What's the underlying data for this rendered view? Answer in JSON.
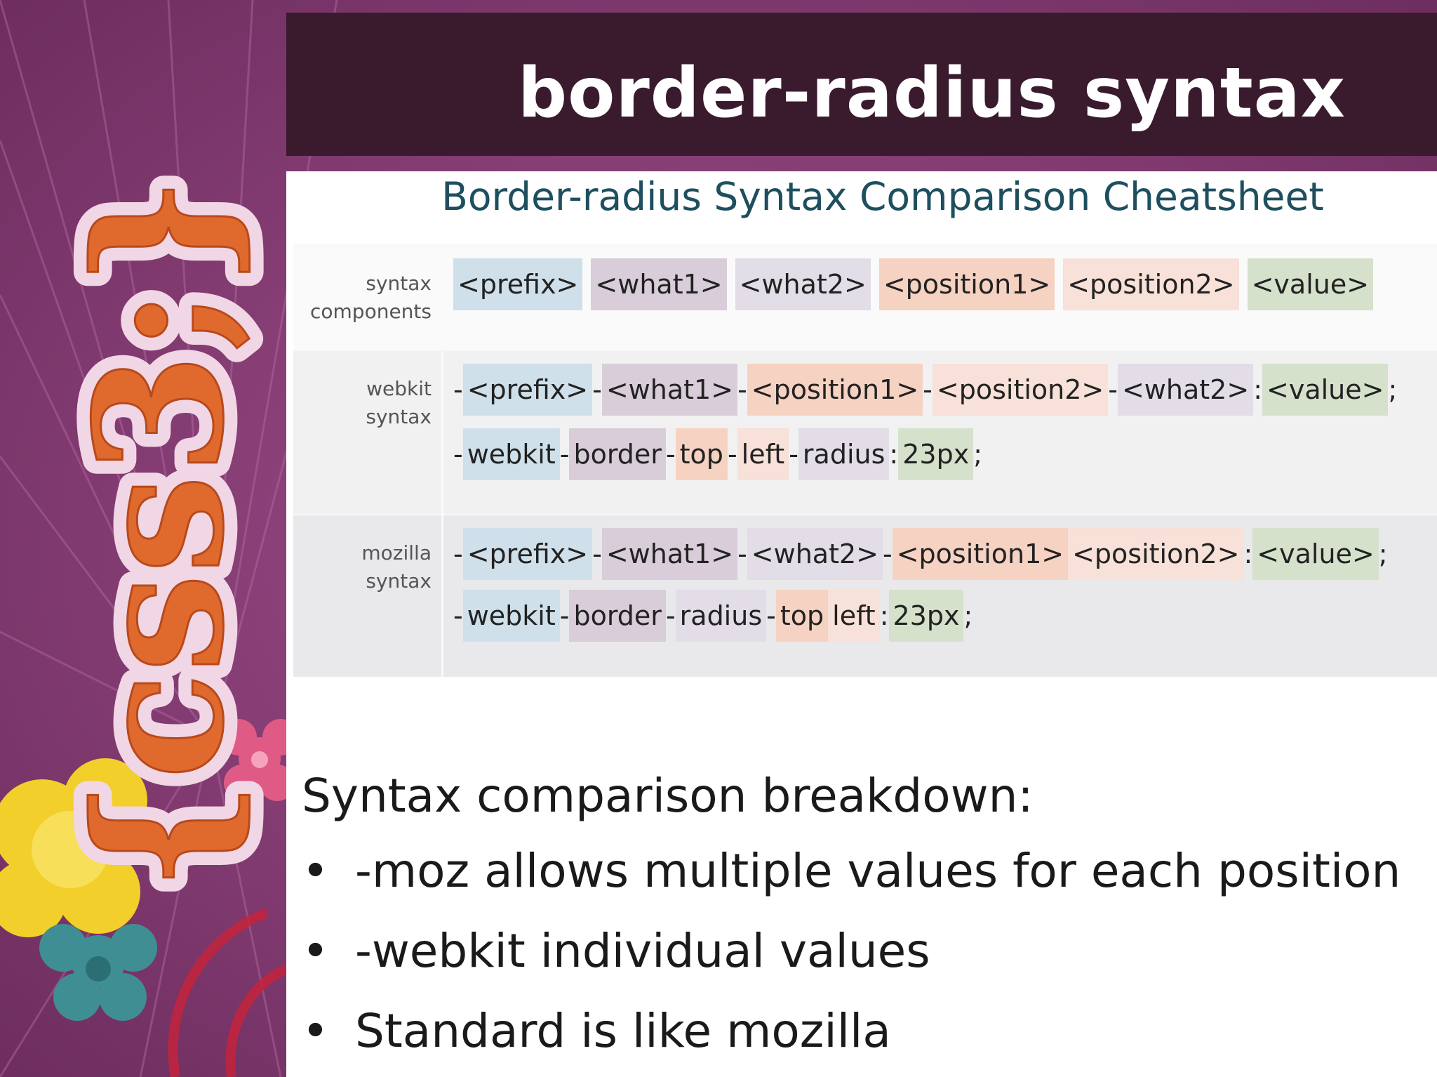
{
  "slide": {
    "title": "border-radius syntax",
    "logo_text": "{css3;}"
  },
  "cheatsheet": {
    "title": "Border-radius Syntax Comparison Cheatsheet",
    "rows": [
      {
        "label_line1": "syntax",
        "label_line2": "components",
        "lines": [
          [
            {
              "text": "<prefix>",
              "role": "prefix"
            },
            {
              "text": "<what1>",
              "role": "what1"
            },
            {
              "text": "<what2>",
              "role": "what2"
            },
            {
              "text": "<position1>",
              "role": "pos1"
            },
            {
              "text": "<position2>",
              "role": "pos2"
            },
            {
              "text": "<value>",
              "role": "value"
            }
          ]
        ]
      },
      {
        "label_line1": "webkit",
        "label_line2": "syntax",
        "lines": [
          [
            {
              "text": "-",
              "role": "sep"
            },
            {
              "text": "<prefix>",
              "role": "prefix"
            },
            {
              "text": "-",
              "role": "sep"
            },
            {
              "text": "<what1>",
              "role": "what1"
            },
            {
              "text": "-",
              "role": "sep"
            },
            {
              "text": "<position1>",
              "role": "pos1"
            },
            {
              "text": "-",
              "role": "sep"
            },
            {
              "text": "<position2>",
              "role": "pos2"
            },
            {
              "text": "-",
              "role": "sep"
            },
            {
              "text": "<what2>",
              "role": "what2"
            },
            {
              "text": ": ",
              "role": "sep"
            },
            {
              "text": "<value>",
              "role": "value"
            },
            {
              "text": ";",
              "role": "sep"
            }
          ],
          [
            {
              "text": "-",
              "role": "sep"
            },
            {
              "text": "webkit",
              "role": "prefix"
            },
            {
              "text": "-",
              "role": "sep"
            },
            {
              "text": "border",
              "role": "what1"
            },
            {
              "text": "-",
              "role": "sep"
            },
            {
              "text": "top",
              "role": "pos1"
            },
            {
              "text": "-",
              "role": "sep"
            },
            {
              "text": "left",
              "role": "pos2"
            },
            {
              "text": "-",
              "role": "sep"
            },
            {
              "text": "radius",
              "role": "what2"
            },
            {
              "text": ": ",
              "role": "sep"
            },
            {
              "text": "23px",
              "role": "value"
            },
            {
              "text": ";",
              "role": "sep"
            }
          ]
        ]
      },
      {
        "label_line1": "mozilla",
        "label_line2": "syntax",
        "lines": [
          [
            {
              "text": "-",
              "role": "sep"
            },
            {
              "text": "<prefix>",
              "role": "prefix"
            },
            {
              "text": "-",
              "role": "sep"
            },
            {
              "text": "<what1>",
              "role": "what1"
            },
            {
              "text": "-",
              "role": "sep"
            },
            {
              "text": "<what2>",
              "role": "what2"
            },
            {
              "text": "-",
              "role": "sep"
            },
            {
              "text": "<position1>",
              "role": "pos1"
            },
            {
              "text": "<position2>",
              "role": "pos2"
            },
            {
              "text": ": ",
              "role": "sep"
            },
            {
              "text": "<value>",
              "role": "value"
            },
            {
              "text": ";",
              "role": "sep"
            }
          ],
          [
            {
              "text": "-",
              "role": "sep"
            },
            {
              "text": "webkit",
              "role": "prefix"
            },
            {
              "text": "-",
              "role": "sep"
            },
            {
              "text": "border",
              "role": "what1"
            },
            {
              "text": "-",
              "role": "sep"
            },
            {
              "text": "radius",
              "role": "what2"
            },
            {
              "text": "-",
              "role": "sep"
            },
            {
              "text": "top",
              "role": "pos1"
            },
            {
              "text": "left",
              "role": "pos2"
            },
            {
              "text": ": ",
              "role": "sep"
            },
            {
              "text": "23px",
              "role": "value"
            },
            {
              "text": ";",
              "role": "sep"
            }
          ]
        ]
      }
    ]
  },
  "notes": {
    "heading": "Syntax comparison breakdown:",
    "bullet_symbol": "•",
    "bullets": [
      "-moz allows multiple values for each position",
      "-webkit individual values",
      "Standard is like mozilla"
    ]
  },
  "colors": {
    "background_purple": "#8a3f78",
    "title_bar": "#3a1b2e",
    "cheatsheet_title": "#1d4f5f",
    "prefix": "#cfe0ea",
    "what1": "#d8cdd8",
    "what2": "#e2dde6",
    "pos1": "#f6d2c2",
    "pos2": "#f8e1d8",
    "value": "#d6e1cc"
  }
}
